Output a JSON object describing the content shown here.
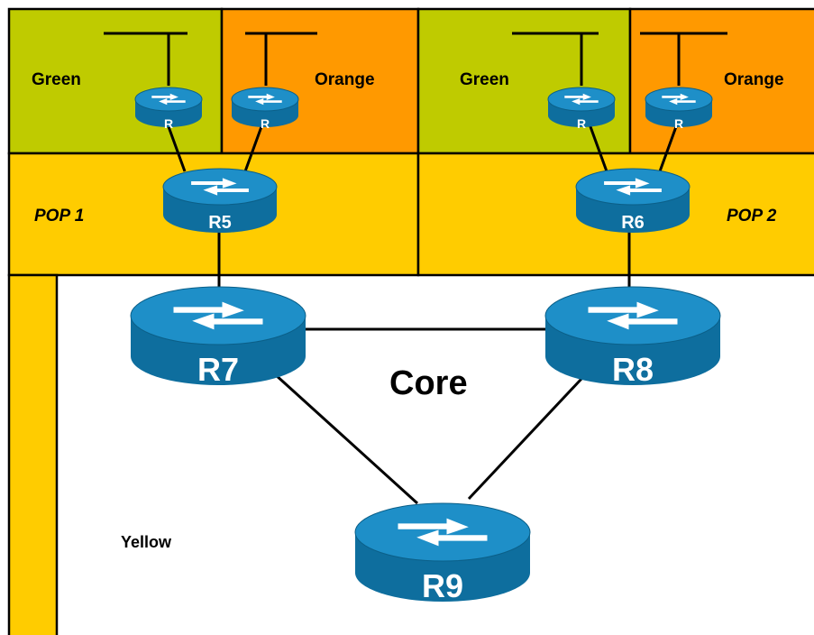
{
  "diagram": {
    "labels": {
      "green_1": "Green",
      "orange_1": "Orange",
      "green_2": "Green",
      "orange_2": "Orange",
      "pop_1": "POP 1",
      "pop_2": "POP 2",
      "core": "Core",
      "yellow": "Yellow"
    },
    "routers": {
      "ce_green_1": "R",
      "ce_orange_1": "R",
      "ce_green_2": "R",
      "ce_orange_2": "R",
      "r5": "R5",
      "r6": "R6",
      "r7": "R7",
      "r8": "R8",
      "r9": "R9"
    },
    "colors": {
      "green": "#BFCB00",
      "orange": "#FF9900",
      "pop_yellow": "#FFCC00",
      "router_top": "#1E8FC8",
      "router_side": "#0E6E9E"
    }
  }
}
